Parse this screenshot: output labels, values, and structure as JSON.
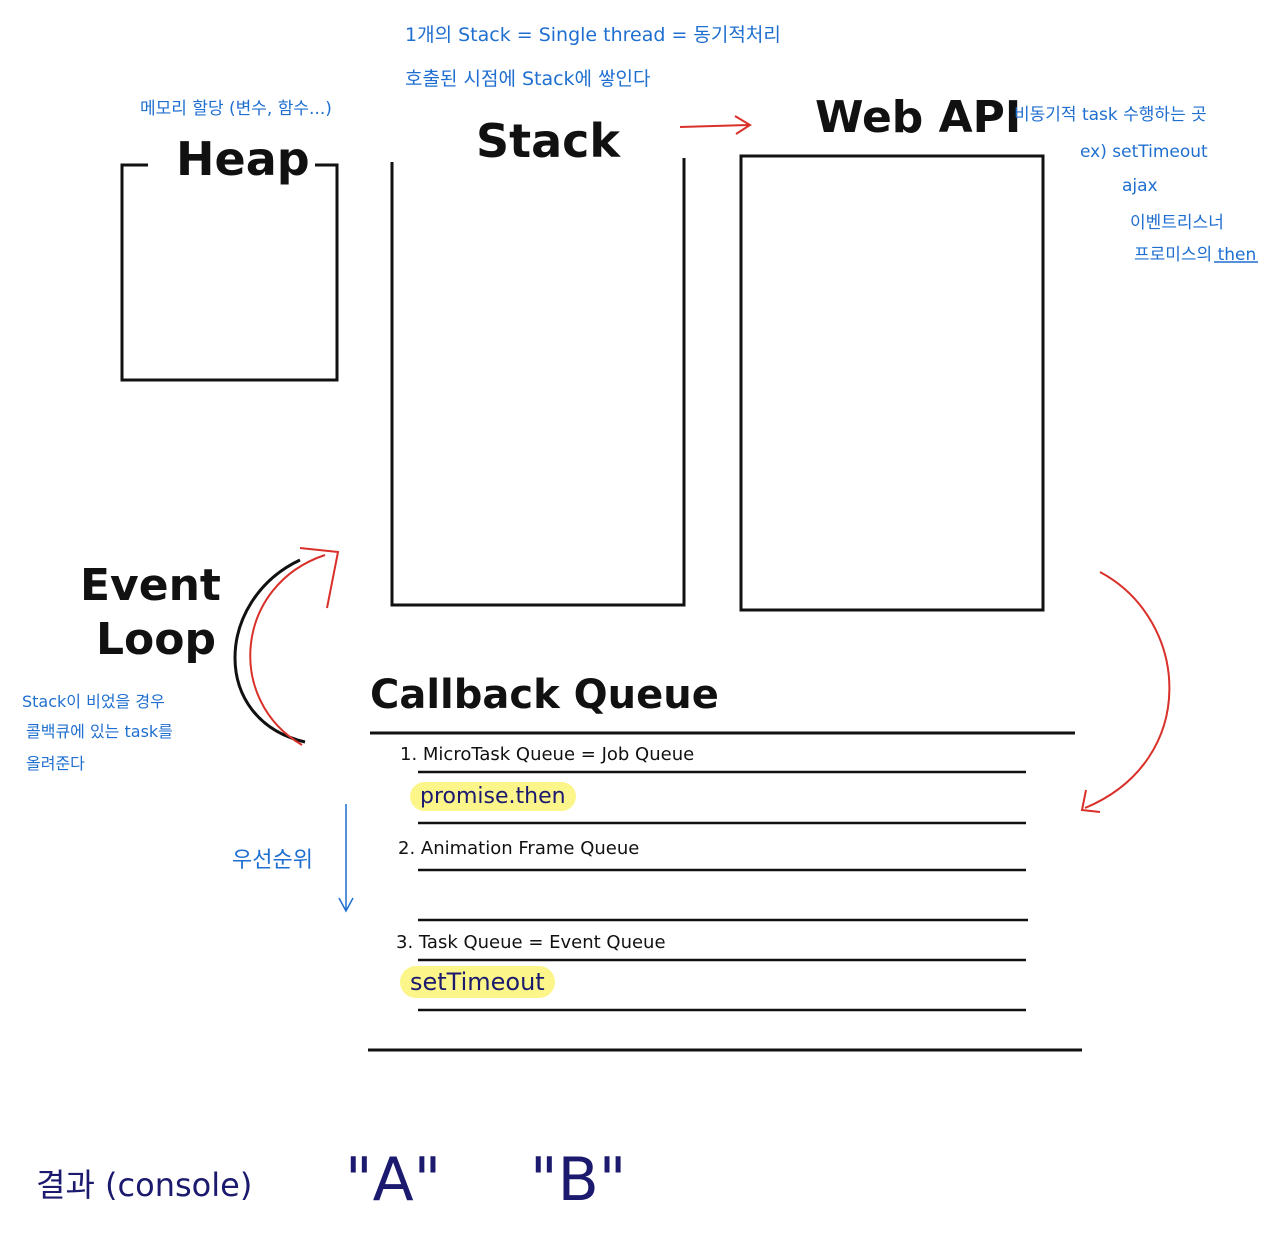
{
  "stack_notes": {
    "line1": "1개의 Stack = Single thread = 동기적처리",
    "line2": "호출된 시점에 Stack에 쌓인다"
  },
  "heap": {
    "note": "메모리 할당 (변수, 함수...)",
    "title": "Heap"
  },
  "stack": {
    "title": "Stack"
  },
  "webapi": {
    "title": "Web API",
    "note": "비동기적 task 수행하는 곳",
    "examples": [
      "ex) setTimeout",
      "ajax",
      "이벤트리스너",
      "프로미스의 then"
    ]
  },
  "event_loop": {
    "title_line1": "Event",
    "title_line2": "Loop",
    "note_line1": "Stack이 비었을 경우",
    "note_line2": "콜백큐에 있는 task를",
    "note_line3": "올려준다"
  },
  "callback_queue": {
    "title": "Callback Queue",
    "priority_label": "우선순위",
    "queues": [
      {
        "label": "1. MicroTask Queue = Job Queue",
        "item": "promise.then"
      },
      {
        "label": "2. Animation Frame Queue",
        "item": ""
      },
      {
        "label": "3. Task Queue = Event Queue",
        "item": "setTimeout"
      }
    ]
  },
  "result": {
    "label": "결과 (console)",
    "outputs": [
      "\"A\"",
      "\"B\""
    ]
  },
  "colors": {
    "note_blue": "#1f6fd1",
    "arrow_red": "#d9302a",
    "highlight_yellow": "#fbf58a",
    "result_navy": "#1c1a6e"
  }
}
